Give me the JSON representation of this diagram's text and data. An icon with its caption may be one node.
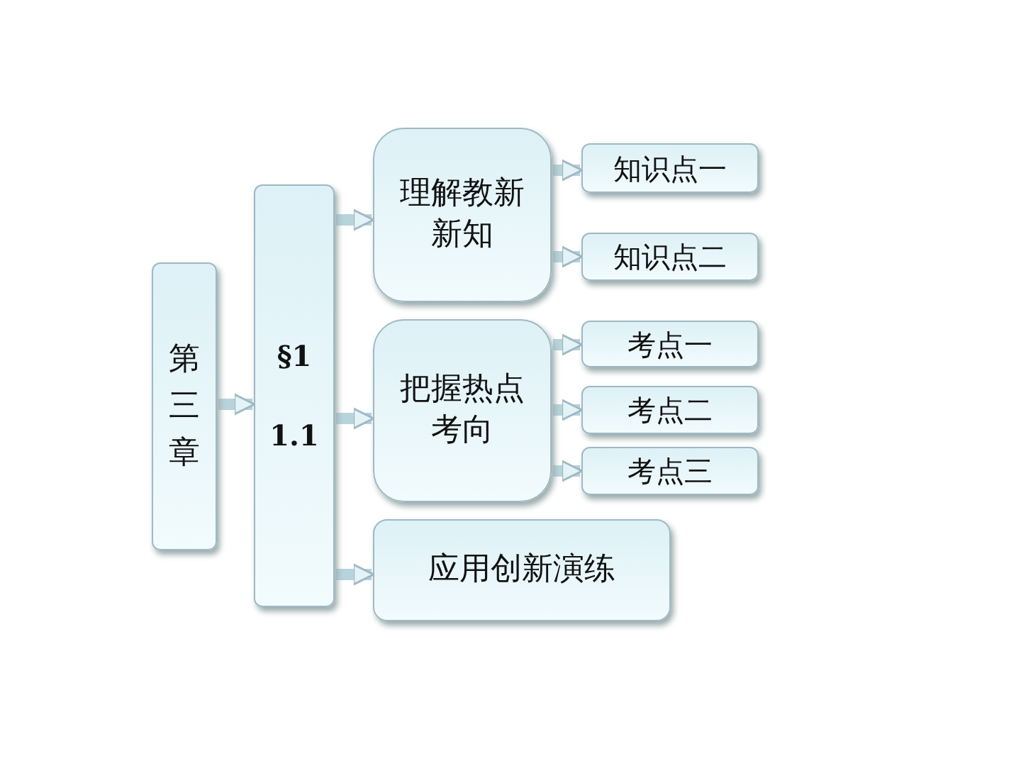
{
  "diagram": {
    "nodes": [
      {
        "text": [
          "第三章"
        ]
      },
      {
        "text": [
          "§1",
          "1.1"
        ]
      },
      {
        "text": [
          "理解教新新知"
        ]
      },
      {
        "text": [
          "知识点一"
        ]
      },
      {
        "text": [
          "知识点二"
        ]
      },
      {
        "text": [
          "把握热点考向"
        ]
      },
      {
        "text": [
          "考点一"
        ]
      },
      {
        "text": [
          "考点二"
        ]
      },
      {
        "text": [
          "考点三"
        ]
      },
      {
        "text": [
          "应用创新演练"
        ]
      }
    ],
    "edges": [
      {
        "from": 0,
        "to": 1,
        "arrow": "to"
      },
      {
        "from": 1,
        "to": 2,
        "arrow": "to"
      },
      {
        "from": 1,
        "to": 5,
        "arrow": "to"
      },
      {
        "from": 1,
        "to": 9,
        "arrow": "to"
      },
      {
        "from": 2,
        "to": 3,
        "arrow": "to"
      },
      {
        "from": 2,
        "to": 4,
        "arrow": "to"
      },
      {
        "from": 5,
        "to": 6,
        "arrow": "to"
      },
      {
        "from": 5,
        "to": 7,
        "arrow": "to"
      },
      {
        "from": 5,
        "to": 8,
        "arrow": "to"
      }
    ]
  }
}
